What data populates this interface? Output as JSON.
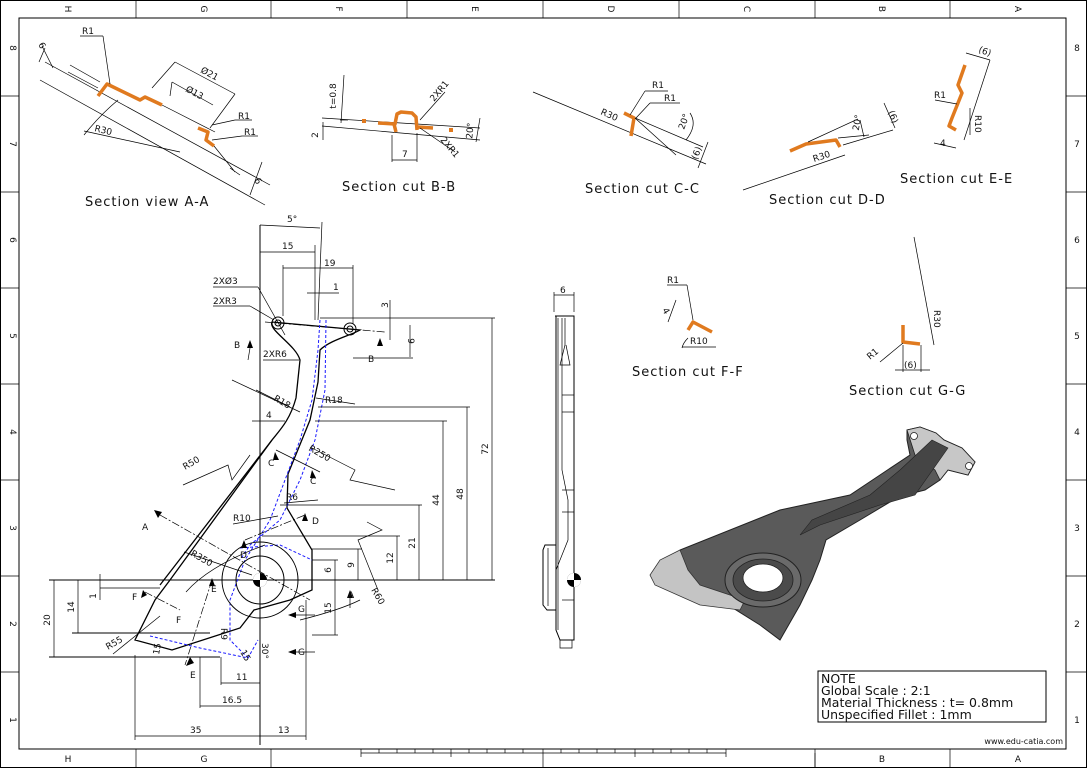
{
  "sheet": {
    "zones_top": [
      "H",
      "G",
      "F",
      "E",
      "D",
      "C",
      "B",
      "A"
    ],
    "zones_bottom": [
      "H",
      "G",
      "B",
      "A"
    ],
    "zones_side": [
      "8",
      "7",
      "6",
      "5",
      "4",
      "3",
      "2",
      "1"
    ],
    "website": "www.edu-catia.com"
  },
  "colors": {
    "section_profile": "#e07a1f",
    "hidden_line": "#1a1aff",
    "line": "#000000",
    "model_dark": "#4a4a4a",
    "model_light": "#bdbdbd"
  },
  "note": {
    "title": "NOTE",
    "lines": [
      "Global Scale : 2:1",
      "Material Thickness : t= 0.8mm",
      "Unspecified Fillet : 1mm"
    ]
  },
  "sections": {
    "a": {
      "label": "Section view A-A",
      "dims": [
        "R1",
        "6",
        "Ø21",
        "Ø13",
        "R1",
        "R1",
        "R30",
        "6"
      ]
    },
    "b": {
      "label": "Section cut B-B",
      "dims": [
        "t=0.8",
        "2XR1",
        "2",
        "20°",
        "2XR1",
        "7"
      ]
    },
    "c": {
      "label": "Section cut C-C",
      "dims": [
        "R1",
        "R1",
        "R30",
        "20°",
        "(6)"
      ]
    },
    "d": {
      "label": "Section cut D-D",
      "dims": [
        "(6)",
        "20°",
        "R30"
      ]
    },
    "e": {
      "label": "Section cut E-E",
      "dims": [
        "(6)",
        "R1",
        "R10",
        "4"
      ]
    },
    "f": {
      "label": "Section cut F-F",
      "dims": [
        "R1",
        "4",
        "R10"
      ]
    },
    "g": {
      "label": "Section cut G-G",
      "dims": [
        "R30",
        "R1",
        "(6)"
      ]
    }
  },
  "main_view": {
    "dims_top": [
      "5°",
      "15",
      "19",
      "1",
      "3",
      "9"
    ],
    "callouts": [
      "2XØ3",
      "2XR3",
      "2XR6",
      "R18",
      "R18",
      "4",
      "R50",
      "R250",
      "R6",
      "R10",
      "R350",
      "R55",
      "R9",
      "R60",
      "15",
      "15",
      "30°"
    ],
    "dims_right": [
      "72",
      "48",
      "44",
      "21",
      "12",
      "9",
      "6",
      "15"
    ],
    "dims_left": [
      "20",
      "14",
      "1"
    ],
    "dims_bottom": [
      "11",
      "16.5",
      "35",
      "13"
    ],
    "cut_marks": [
      "A",
      "A",
      "B",
      "B",
      "C",
      "C",
      "D",
      "D",
      "E",
      "E",
      "F",
      "F",
      "G",
      "G"
    ]
  },
  "side_view": {
    "dims": [
      "6"
    ]
  }
}
